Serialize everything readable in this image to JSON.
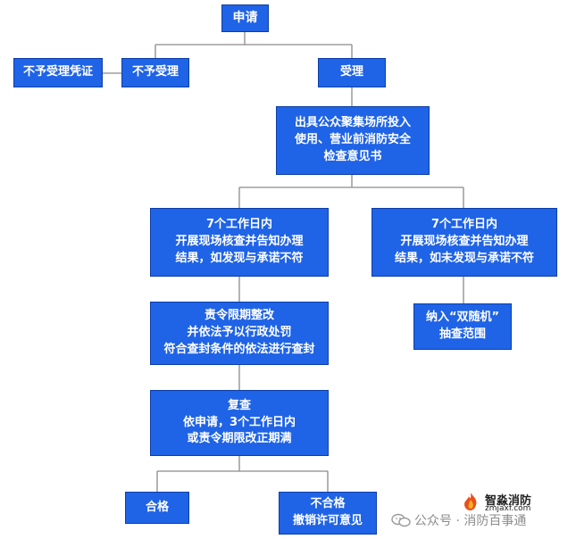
{
  "nodes": {
    "apply": "申请",
    "no_accept_cert": "不予受理凭证",
    "no_accept": "不予受理",
    "accept": "受理",
    "opinion": [
      "出具公众聚集场所投入",
      "使用、营业前消防安全",
      "检查意见书"
    ],
    "left_check": [
      "7个工作日内",
      "开展现场核查并告知办理",
      "结果，如发现与承诺不符"
    ],
    "right_check": [
      "7个工作日内",
      "开展现场核查并告知办理",
      "结果，如未发现与承诺不符"
    ],
    "rectify": [
      "责令限期整改",
      "并依法予以行政处罚",
      "符合查封条件的依法进行查封"
    ],
    "random": [
      "纳入“双随机”",
      "抽查范围"
    ],
    "review": [
      "复查",
      "依申请，3个工作日内",
      "或责令期限改正期满"
    ],
    "pass": "合格",
    "fail": [
      "不合格",
      "撤销许可意见"
    ]
  },
  "watermark": {
    "brand": "智淼消防",
    "url": "zmjaxf.com",
    "wechat": "公众号 · 消防百事通"
  },
  "colors": {
    "box_fill": "#1f63e6",
    "box_border": "#0e3ea8",
    "connector": "#8a8a8a"
  }
}
